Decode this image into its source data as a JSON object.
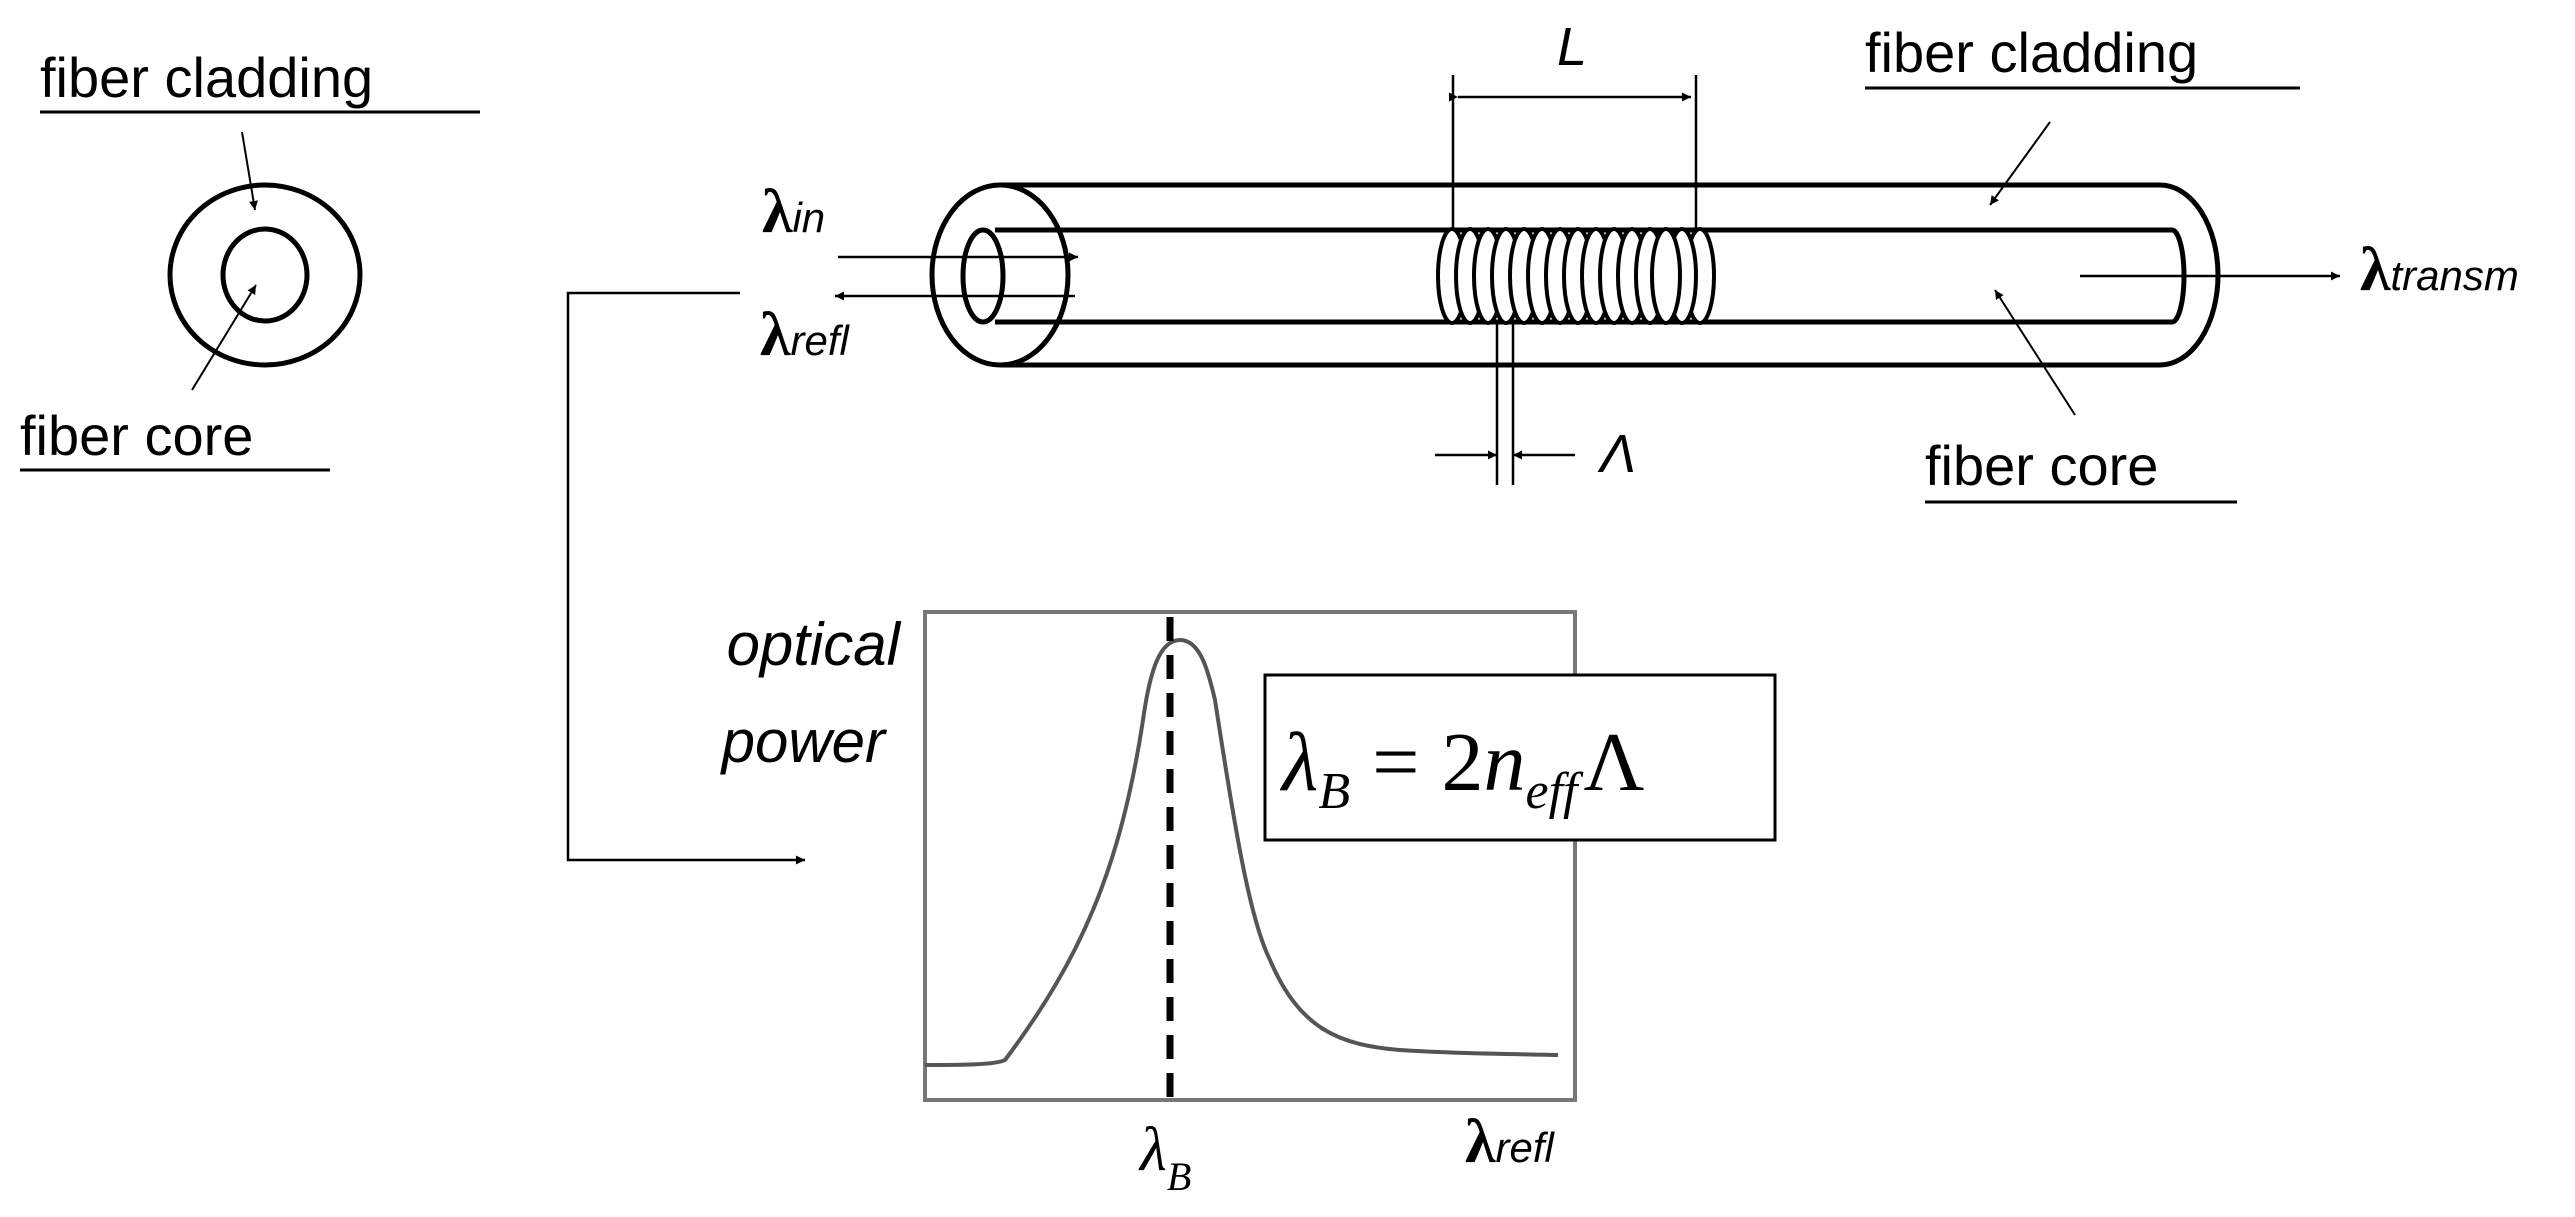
{
  "cross_section": {
    "cladding_label": "fiber cladding",
    "core_label": "fiber core"
  },
  "fiber": {
    "cladding_label": "fiber cladding",
    "core_label": "fiber core",
    "grating_length_label": "L",
    "grating_period_label": "Λ"
  },
  "signals": {
    "input": {
      "symbol": "λ",
      "subscript": "in"
    },
    "reflected": {
      "symbol": "λ",
      "subscript": "refl"
    },
    "transmitted": {
      "symbol": "λ",
      "subscript": "transm"
    }
  },
  "spectrum": {
    "ylabel_line1": "optical",
    "ylabel_line2": "power",
    "peak_label": {
      "symbol": "λ",
      "subscript": "B"
    },
    "xlabel": {
      "symbol": "λ",
      "subscript": "refl"
    }
  },
  "equation": {
    "lhs_symbol": "λ",
    "lhs_subscript": "B",
    "equals": "=",
    "coefficient": "2",
    "n_symbol": "n",
    "n_subscript": "eff",
    "period_symbol": "Λ"
  }
}
